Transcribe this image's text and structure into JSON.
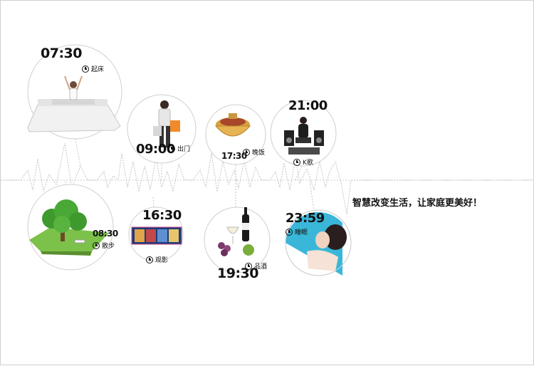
{
  "slogan": "智慧改变生活，让家庭更美好！",
  "colors": {
    "line": "#c8c8c8",
    "circle": "#cfcfcf",
    "text": "#111111",
    "grass": "#7cc24a",
    "tree": "#3f9a2e",
    "pool": "#3ab7d8",
    "bag": "#f08a2a"
  },
  "events": [
    {
      "time": "07:30",
      "label": "起床",
      "scene": "bedroom-wakeup-icon"
    },
    {
      "time": "08:30",
      "label": "散步",
      "scene": "tree-walk-icon"
    },
    {
      "time": "09:00",
      "label": "出门",
      "scene": "shopping-girl-icon"
    },
    {
      "time": "16:30",
      "label": "观影",
      "scene": "movie-screen-icon"
    },
    {
      "time": "17:30",
      "label": "晚饭",
      "scene": "hotpot-icon"
    },
    {
      "time": "19:30",
      "label": "品酒",
      "scene": "wine-icon"
    },
    {
      "time": "21:00",
      "label": "K歌",
      "scene": "karaoke-speakers-icon"
    },
    {
      "time": "23:59",
      "label": "睡眠",
      "scene": "sleeping-woman-icon"
    }
  ]
}
